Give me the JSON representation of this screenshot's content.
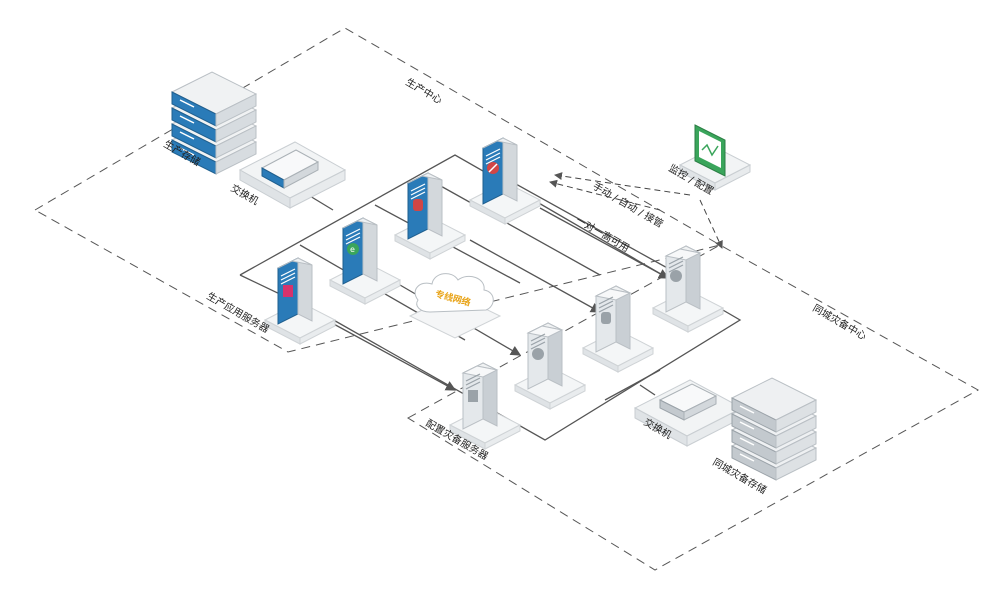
{
  "zones": {
    "production_center": "生产中心",
    "dr_center": "同城灾备中心"
  },
  "labels": {
    "prod_storage": "生产存储",
    "prod_switch": "交换机",
    "prod_app_servers": "生产应用服务器",
    "monitor": "监控 / 配置",
    "control_modes": "手动 / 自动 / 接管",
    "one_to_one": "一对一高可用",
    "private_network": "专线网络",
    "dr_config_servers": "配置灾备服务器",
    "dr_switch": "交换机",
    "dr_storage": "同城灾备存储"
  },
  "colors": {
    "storage_blue": "#2a7bb8",
    "server_gray": "#d8dde2",
    "monitor_green": "#3aa55b",
    "line": "#555555"
  },
  "icons": {
    "prod_server_1": "flag-icon",
    "prod_server_2": "globe-e-icon",
    "prod_server_3": "database-icon",
    "prod_server_4": "no-entry-icon",
    "dr_server_1": "page-icon",
    "dr_server_2": "globe-icon",
    "dr_server_3": "database-icon",
    "dr_server_4": "disk-icon"
  }
}
